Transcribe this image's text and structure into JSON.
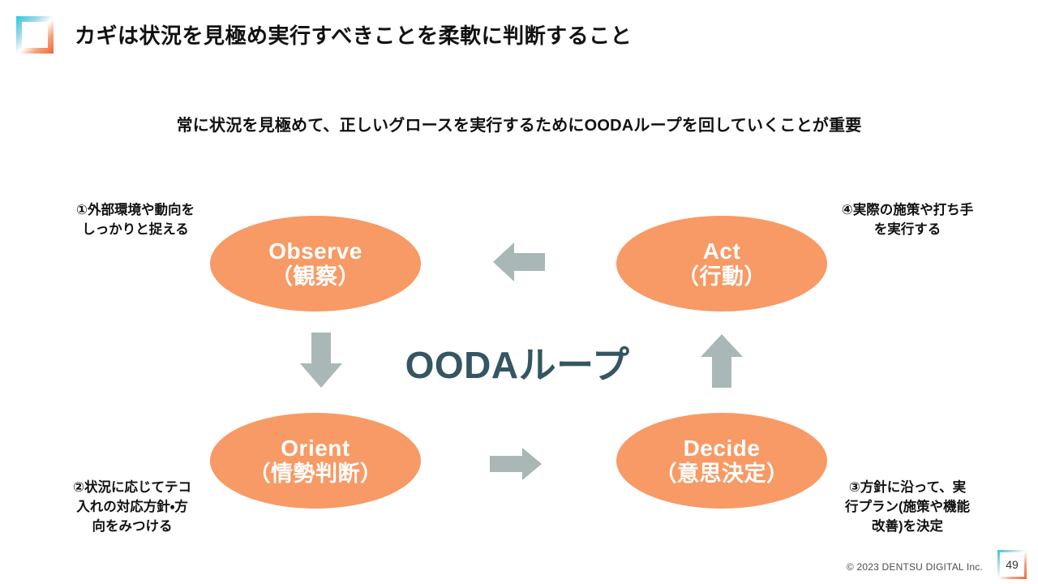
{
  "header": {
    "title": "カギは状況を見極め実行すべきことを柔軟に判断すること",
    "logo_icon": "gradient-square-logo-icon"
  },
  "subtitle": "常に状況を見極めて、正しいグロースを実行するためにOODAループを回していくことが重要",
  "center_label": "OODAループ",
  "nodes": [
    {
      "id": "observe",
      "en": "Observe",
      "jp": "（観察）"
    },
    {
      "id": "act",
      "en": "Act",
      "jp": "（行動）"
    },
    {
      "id": "orient",
      "en": "Orient",
      "jp": "（情勢判断）"
    },
    {
      "id": "decide",
      "en": "Decide",
      "jp": "（意思決定）"
    }
  ],
  "arrows": [
    {
      "id": "act-to-observe",
      "direction": "left",
      "icon": "arrow-left-icon"
    },
    {
      "id": "decide-to-act",
      "direction": "up",
      "icon": "arrow-up-icon"
    },
    {
      "id": "observe-to-orient",
      "direction": "down",
      "icon": "arrow-down-icon"
    },
    {
      "id": "orient-to-decide",
      "direction": "right",
      "icon": "arrow-right-icon"
    }
  ],
  "notes": {
    "note1": "①外部環境や動向を\nしっかりと捉える",
    "note2": "②状況に応じてテコ\n入れの対応方針・方\n向をみつける",
    "note3": "③方針に沿って、実\n行プラン(施策や機能\n改善)を決定",
    "note4": "④実際の施策や打ち手\nを実行する"
  },
  "footer": {
    "copyright": "© 2023 DENTSU DIGITAL Inc.",
    "page_number": "49"
  },
  "colors": {
    "node_fill": "#f79a65",
    "arrow_fill": "#a9b7b7",
    "center_label": "#355562",
    "text": "#111111",
    "logo_gradient_start": "#2ec5e0",
    "logo_gradient_end": "#ec6a3c"
  }
}
